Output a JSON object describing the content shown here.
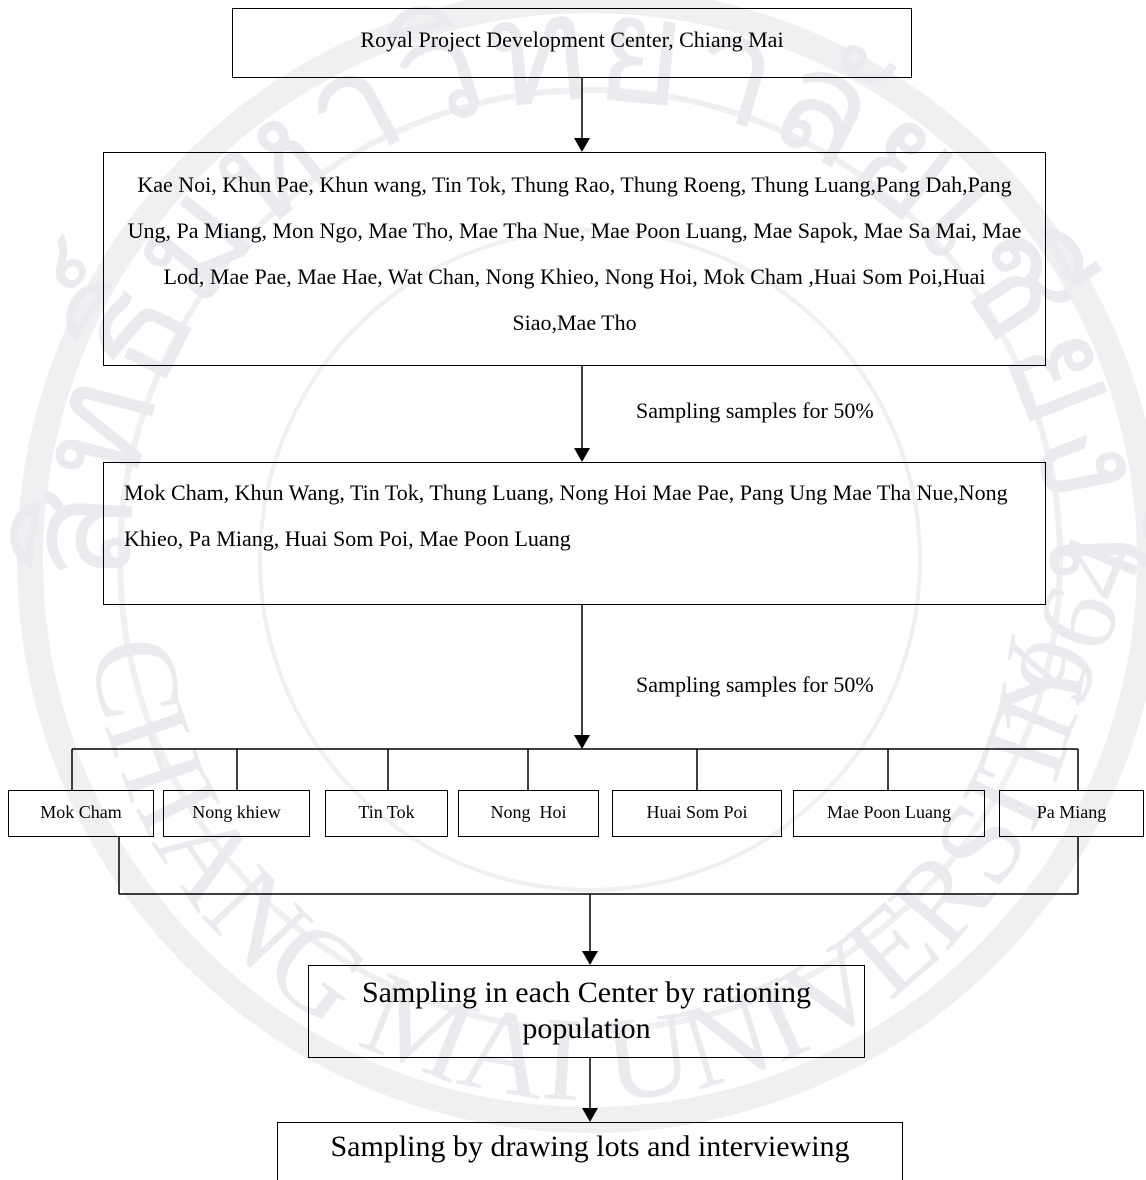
{
  "diagram": {
    "root": "Royal Project Development Center, Chiang Mai",
    "all_centers": "Kae Noi, Khun Pae, Khun wang, Tin Tok, Thung Rao, Thung Roeng, Thung Luang,Pang Dah,Pang Ung, Pa Miang, Mon Ngo, Mae Tho, Mae Tha Nue, Mae Poon Luang, Mae Sapok, Mae Sa Mai, Mae Lod, Mae Pae, Mae Hae, Wat Chan, Nong Khieo, Nong Hoi, Mok Cham ,Huai Som Poi,Huai Siao,Mae Tho",
    "edge_label_1": "Sampling samples for 50%",
    "selected_centers": "Mok Cham, Khun Wang, Tin Tok, Thung Luang, Nong Hoi Mae Pae, Pang Ung Mae Tha Nue,Nong Khieo, Pa Miang, Huai Som Poi, Mae Poon Luang",
    "edge_label_2": "Sampling samples for 50%",
    "leaves": [
      "Mok Cham",
      "Nong khiew",
      "Tin Tok",
      "Nong  Hoi",
      "Huai Som Poi",
      "Mae Poon Luang",
      "Pa Miang"
    ],
    "ration_step": "Sampling in each Center by rationing population",
    "lots_step": "Sampling by drawing lots and interviewing"
  },
  "watermark": {
    "text_top": "ลิขสิทธิ์มหาวิทยาลัยเชียงใหม่",
    "text_bottom": "CHIANG MAI UNIVERSITY",
    "year": "1964"
  }
}
